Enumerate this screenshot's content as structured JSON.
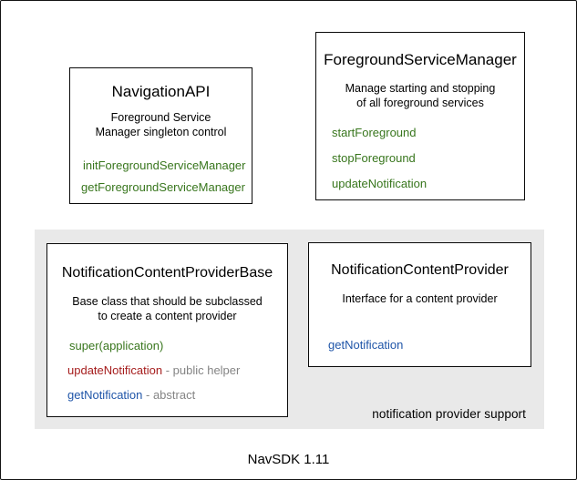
{
  "diagram": {
    "footer_label": "NavSDK 1.11",
    "region_label": "notification provider support"
  },
  "colors": {
    "method_green": "#38761d",
    "method_red": "#a51d1d",
    "method_blue": "#1f55a8",
    "annotation_gray": "#848484",
    "region_bg": "#e9e9e9"
  },
  "boxes": {
    "navigation_api": {
      "title": "NavigationAPI",
      "description": [
        "Foreground Service",
        "Manager singleton control"
      ],
      "methods": [
        {
          "name": "initForegroundServiceManager"
        },
        {
          "name": "getForegroundServiceManager"
        }
      ]
    },
    "foreground_service_manager": {
      "title": "ForegroundServiceManager",
      "description": [
        "Manage starting and stopping",
        "of all foreground services"
      ],
      "methods": [
        {
          "name": "startForeground"
        },
        {
          "name": "stopForeground"
        },
        {
          "name": "updateNotification"
        }
      ]
    },
    "notification_content_provider_base": {
      "title": "NotificationContentProviderBase",
      "description": [
        "Base class that should be subclassed",
        "to create a content provider"
      ],
      "methods": [
        {
          "name": "super(application)",
          "suffix": ""
        },
        {
          "name": "updateNotification",
          "suffix": " - public helper"
        },
        {
          "name": "getNotification",
          "suffix": " - abstract"
        }
      ]
    },
    "notification_content_provider": {
      "title": "NotificationContentProvider",
      "description": [
        "Interface for a content provider"
      ],
      "methods": [
        {
          "name": "getNotification"
        }
      ]
    }
  }
}
